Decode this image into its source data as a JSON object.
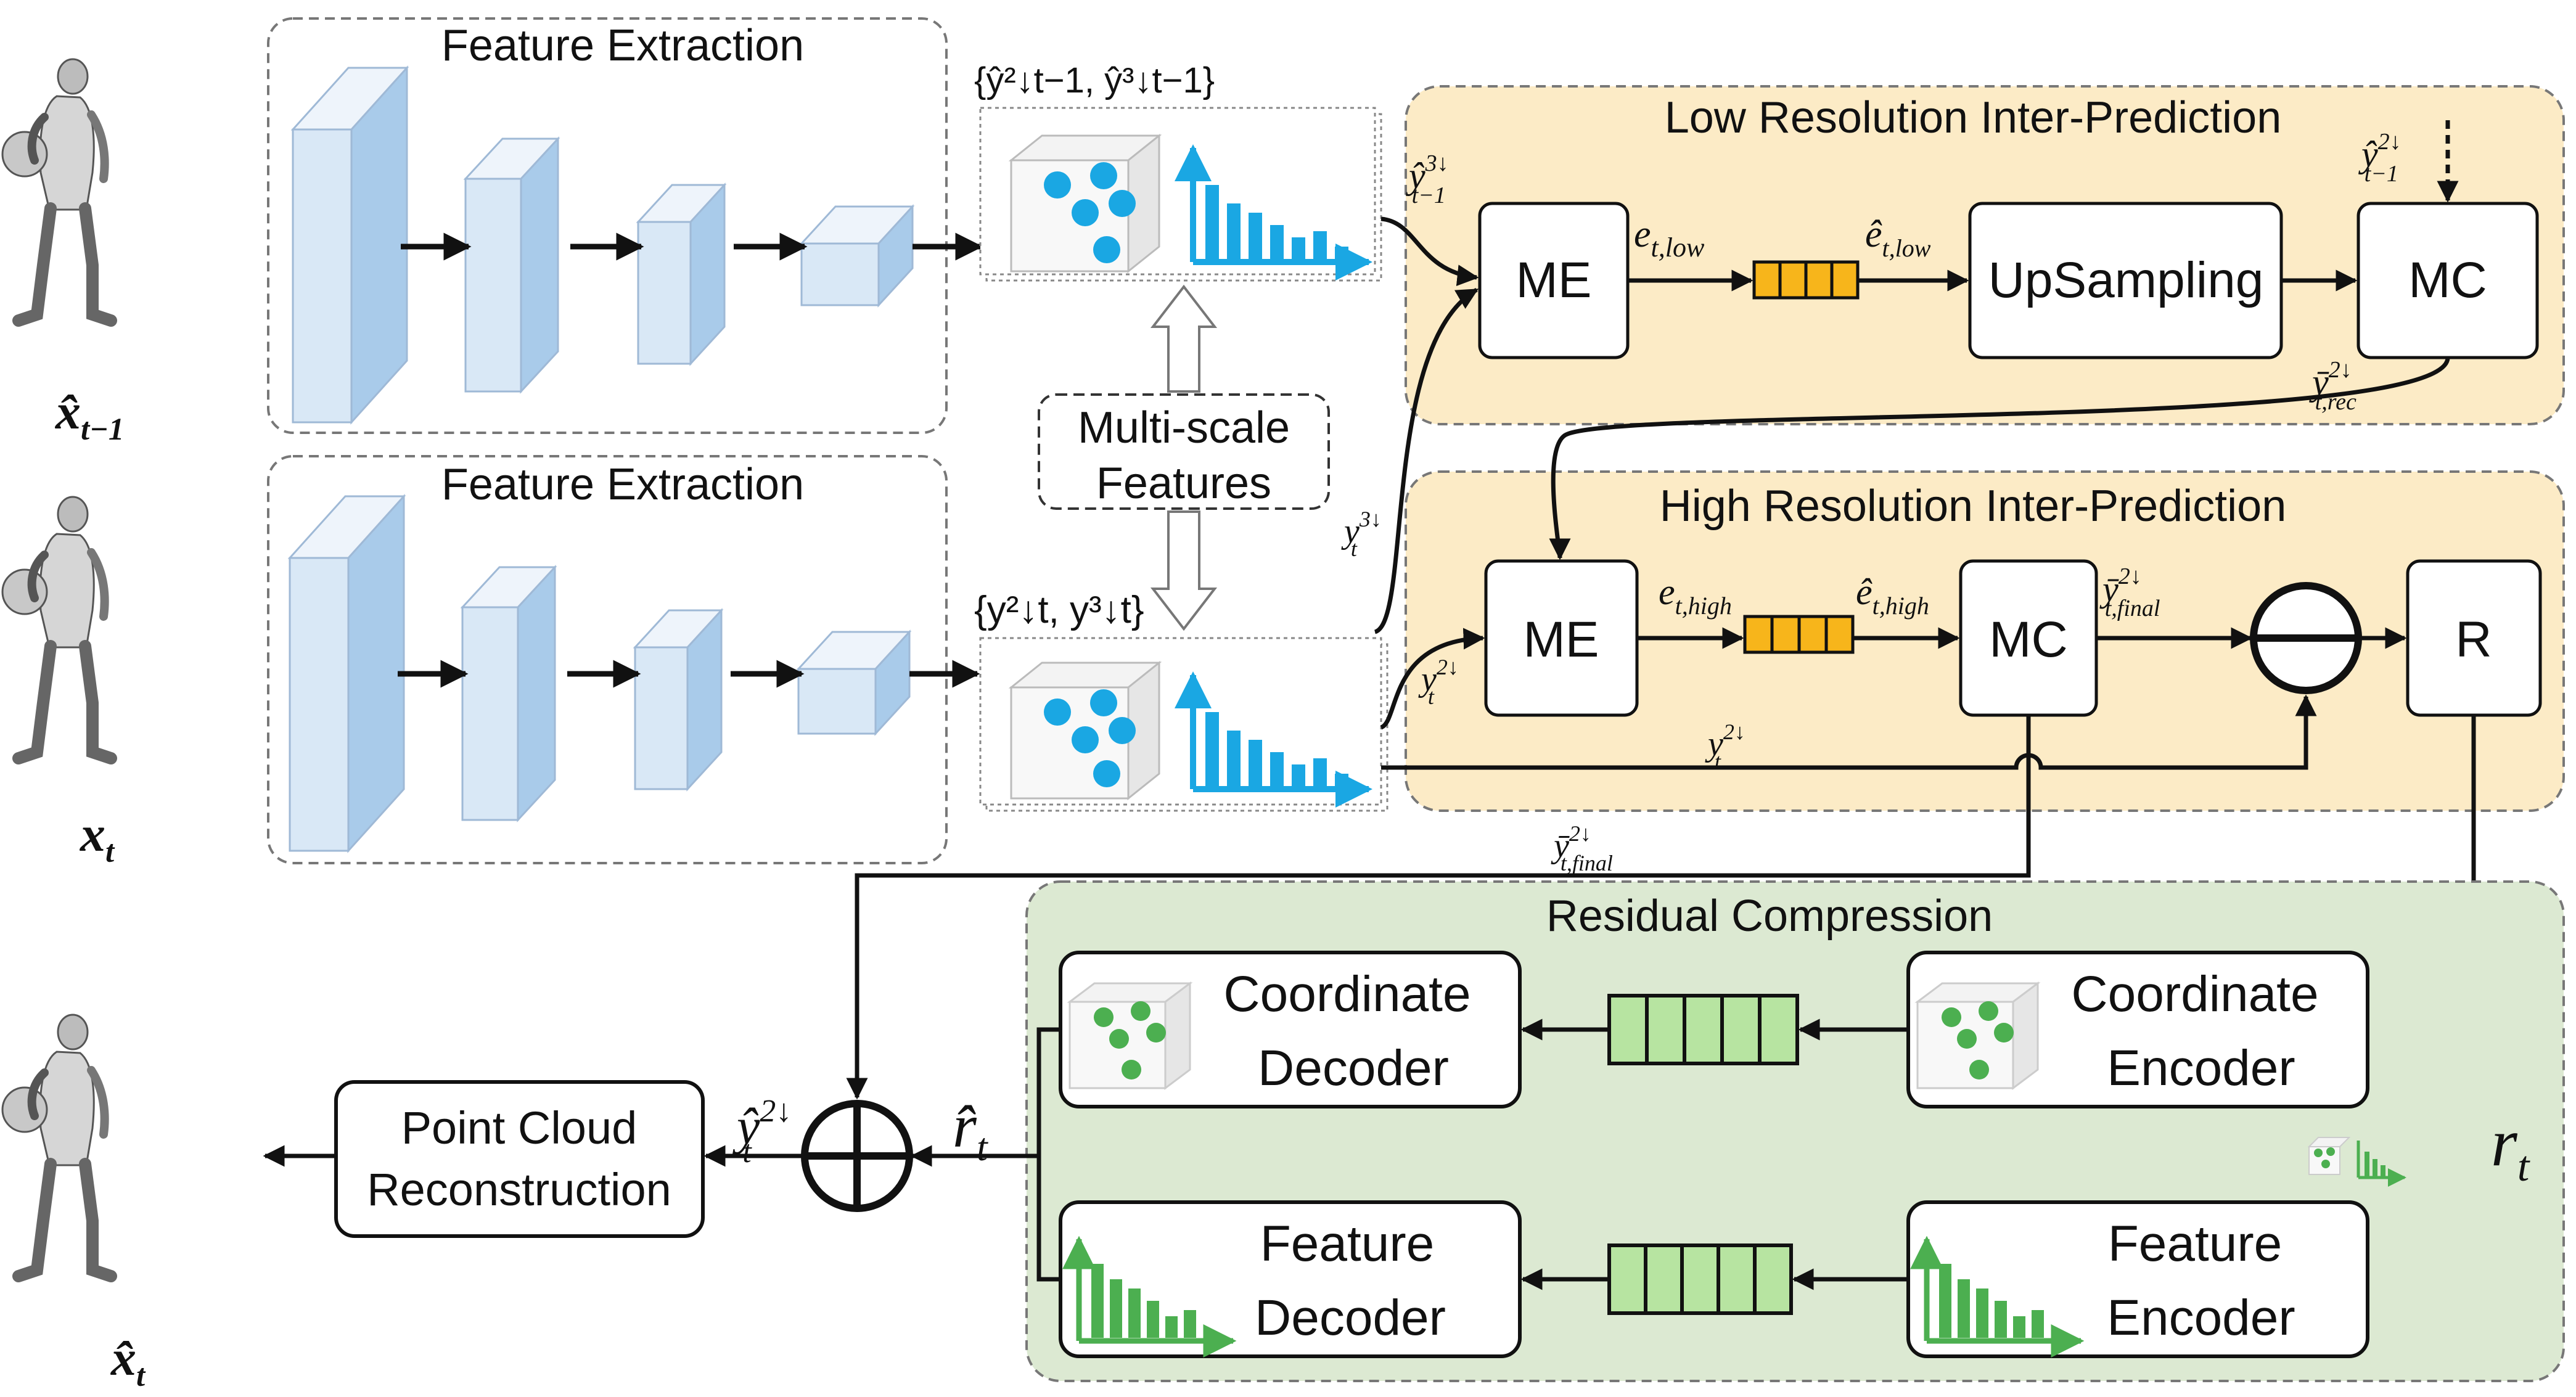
{
  "colors": {
    "panel_orange": "#FCEBC6",
    "panel_green": "#DCE9D2",
    "block_blue_front": "#D9E8F6",
    "block_blue_side": "#A9CBEA",
    "accent_blue": "#1AA7E3",
    "accent_green": "#4CAF50",
    "quant_orange": "#F7B51B",
    "quant_green": "#B7E4A1"
  },
  "figures": {
    "prev_label": {
      "base": "x̂",
      "sub": "t−1"
    },
    "cur_label": {
      "base": "x",
      "sub": "t"
    },
    "out_label": {
      "base": "x̂",
      "sub": "t"
    }
  },
  "feature_extraction": {
    "top_title": "Feature Extraction",
    "bottom_title": "Feature Extraction"
  },
  "multiscale": {
    "label_line1": "Multi-scale",
    "label_line2": "Features",
    "top_set": "{ŷ²↓t−1, ŷ³↓t−1}",
    "bottom_set": "{y²↓t, y³↓t}"
  },
  "low_res": {
    "title": "Low Resolution Inter-Prediction",
    "me": "ME",
    "upsampling": "UpSampling",
    "mc": "MC",
    "in_sym": {
      "base": "ŷ",
      "sup": "3↓",
      "sub": "t−1"
    },
    "e_low": {
      "base": "e",
      "sub": "t,low"
    },
    "e_hat_low": {
      "base": "ê",
      "sub": "t,low"
    },
    "mc_in": {
      "base": "ŷ",
      "sup": "2↓",
      "sub": "t−1"
    },
    "rec": {
      "base": "ȳ",
      "sup": "2↓",
      "sub": "t,rec"
    },
    "y3": {
      "base": "y",
      "sup": "3↓",
      "sub": "t"
    }
  },
  "high_res": {
    "title": "High Resolution Inter-Prediction",
    "me": "ME",
    "mc": "MC",
    "r": "R",
    "y2_in": {
      "base": "y",
      "sup": "2↓",
      "sub": "t"
    },
    "e_high": {
      "base": "e",
      "sub": "t,high"
    },
    "e_hat_high": {
      "base": "ê",
      "sub": "t,high"
    },
    "final": {
      "base": "ȳ",
      "sup": "2↓",
      "sub": "t,final"
    },
    "y2_line": {
      "base": "y",
      "sup": "2↓",
      "sub": "t"
    }
  },
  "final_below": {
    "base": "ȳ",
    "sup": "2↓",
    "sub": "t,final"
  },
  "residual": {
    "title": "Residual Compression",
    "coord_decoder": [
      "Coordinate",
      "Decoder"
    ],
    "coord_encoder": [
      "Coordinate",
      "Encoder"
    ],
    "feat_decoder": [
      "Feature",
      "Decoder"
    ],
    "feat_encoder": [
      "Feature",
      "Encoder"
    ],
    "r_t": {
      "base": "r",
      "sub": "t"
    }
  },
  "output": {
    "reconstruction": [
      "Point Cloud",
      "Reconstruction"
    ],
    "y_hat": {
      "base": "ŷ",
      "sup": "2↓",
      "sub": "t"
    },
    "r_hat": {
      "base": "r̂",
      "sub": "t"
    }
  }
}
